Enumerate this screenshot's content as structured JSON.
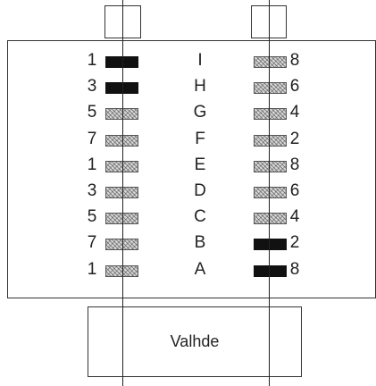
{
  "diagram": {
    "bottom_label": "Valhde",
    "letters": [
      "I",
      "H",
      "G",
      "F",
      "E",
      "D",
      "C",
      "B",
      "A"
    ],
    "left_numbers": [
      "1",
      "3",
      "5",
      "7",
      "1",
      "3",
      "5",
      "7",
      "1"
    ],
    "right_numbers": [
      "8",
      "6",
      "4",
      "2",
      "8",
      "6",
      "4",
      "2",
      "8"
    ],
    "left_swatch_fill": [
      "solid",
      "solid",
      "hatched",
      "hatched",
      "hatched",
      "hatched",
      "hatched",
      "hatched",
      "hatched"
    ],
    "right_swatch_fill": [
      "hatched",
      "hatched",
      "hatched",
      "hatched",
      "hatched",
      "hatched",
      "hatched",
      "solid",
      "solid"
    ]
  }
}
